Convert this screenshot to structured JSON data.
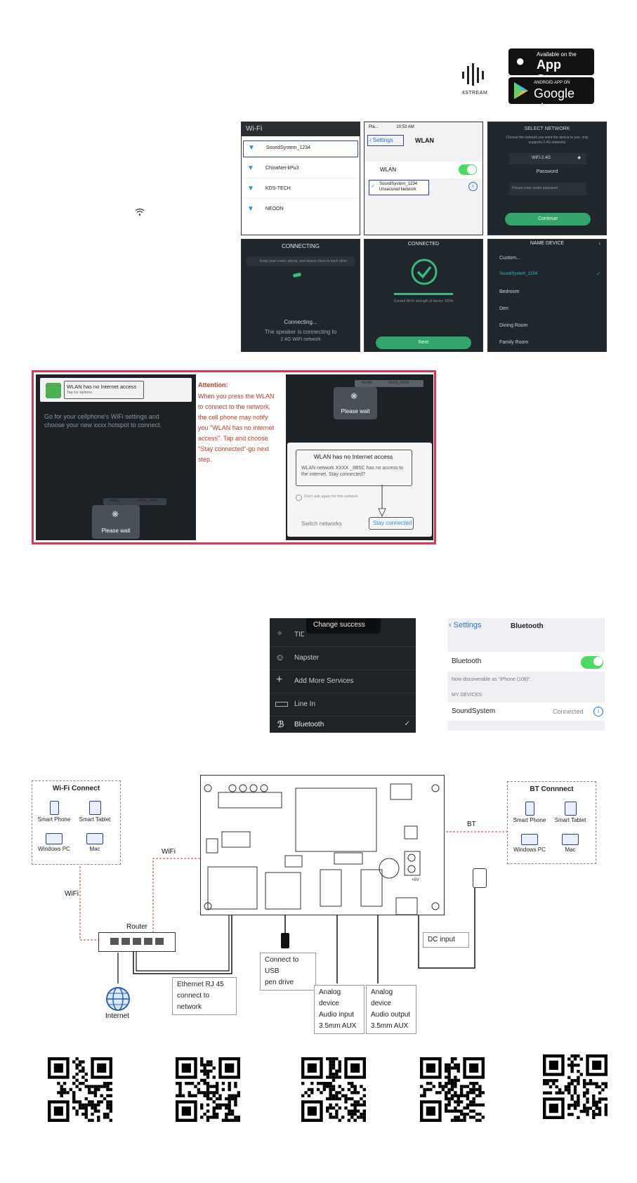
{
  "header": {
    "logo_text": "4STREAM",
    "appstore_small": "Available on the",
    "appstore_big": "App Store",
    "googleplay_small": "ANDROID APP ON",
    "googleplay_big": "Google play"
  },
  "screens_top": {
    "wifi_list": {
      "title": "Wi-Fi",
      "items": [
        "SoundSystem_1234",
        "ChinaNet-kPu3",
        "KDS-TECH",
        "NEOON"
      ]
    },
    "ios_wlan": {
      "status_carrier": "Pla...",
      "status_time": "10:53 AM",
      "back_label": "Settings",
      "title": "WLAN",
      "toggle_label": "WLAN",
      "network_name": "SoundSystem_1234",
      "network_status": "Unsecured Network"
    },
    "select_network": {
      "title": "SELECT NETWORK",
      "subtitle": "Choose the network you want the device to use, only supports 2.4G networks",
      "network": "WiFi-2.4G",
      "password_label": "Password",
      "password_placeholder": "Please enter router password",
      "continue_label": "Continue"
    },
    "connecting": {
      "title": "CONNECTING",
      "hint": "Keep your router, phone, and device close to each other",
      "status": "Connecting...",
      "line1": "The speaker is connecting to",
      "line2": "2.4G WiFi network"
    },
    "connected": {
      "title": "CONNECTED",
      "strength": "Current Wi-Fi strength of device 100%",
      "next_label": "Next"
    },
    "name_device": {
      "title": "NAME DEVICE",
      "items": [
        "Custom...",
        "SoundSystem_1234",
        "Bedroom",
        "Den",
        "Dining Room",
        "Family Room"
      ]
    }
  },
  "attention_panel": {
    "notif_title": "WLAN has no Internet access",
    "notif_sub": "Tap for options",
    "left_text1": "Go for your cellphone's WiFi settings and",
    "left_text2": "choose your new  xxxx  hotspot to connect.",
    "please_wait": "Please wait",
    "wlan_tag": "WLAN",
    "wlan_ssid": "XXXX_XXXX",
    "attention_title": "Attention:",
    "attention_body": "When you press the WLAN to connect to the network, the cell phone may notify you \"WLAN has no internet access\". Tap and choose \"Stay connected\"-go next step.",
    "dialog_title": "WLAN has no Internet access",
    "dialog_body": "WLAN network XXXX _8B5C has no access to the internet. Stay connected?",
    "dialog_checkbox": "Don't ask again for this network",
    "switch_label": "Switch networks",
    "stay_label": "Stay connected"
  },
  "sources_panel": {
    "toast": "Change success",
    "items": [
      "TIDAL",
      "Napster",
      "Add More Services",
      "Line In",
      "Bluetooth"
    ]
  },
  "bluetooth_panel": {
    "back_label": "Settings",
    "title": "Bluetooth",
    "toggle_label": "Bluetooth",
    "discoverable": "Now discoverable as \"iPhone (108)\".",
    "section": "MY DEVICES",
    "device_name": "SoundSystem",
    "device_status": "Connected"
  },
  "diagram": {
    "wifi_connect_title": "Wi-Fi Connect",
    "bt_connect_title": "BT Connnect",
    "devices": [
      "Smart Phone",
      "Smart Tablet",
      "Windows PC",
      "Mac"
    ],
    "label_wifi_top": "WiFi",
    "label_wifi_left": "WiFi",
    "label_bt": "BT",
    "router": "Router",
    "internet": "Internet",
    "ethernet_line1": "Ethernet RJ 45",
    "ethernet_line2": "connect to network",
    "usb_line1": "Connect to USB",
    "usb_line2": "pen drive",
    "analog_in_1": "Analog device",
    "analog_in_2": "Audio input",
    "analog_in_3": "3.5mm AUX",
    "analog_out_1": "Analog device",
    "analog_out_2": "Audio output",
    "analog_out_3": "3.5mm AUX",
    "dc_input": "DC input",
    "board_5v": "+5V"
  },
  "colors": {
    "accent_red": "#c0392b",
    "panel_border": "#d23a5a",
    "green": "#33a46b",
    "ios_blue": "#2f6fd6"
  }
}
